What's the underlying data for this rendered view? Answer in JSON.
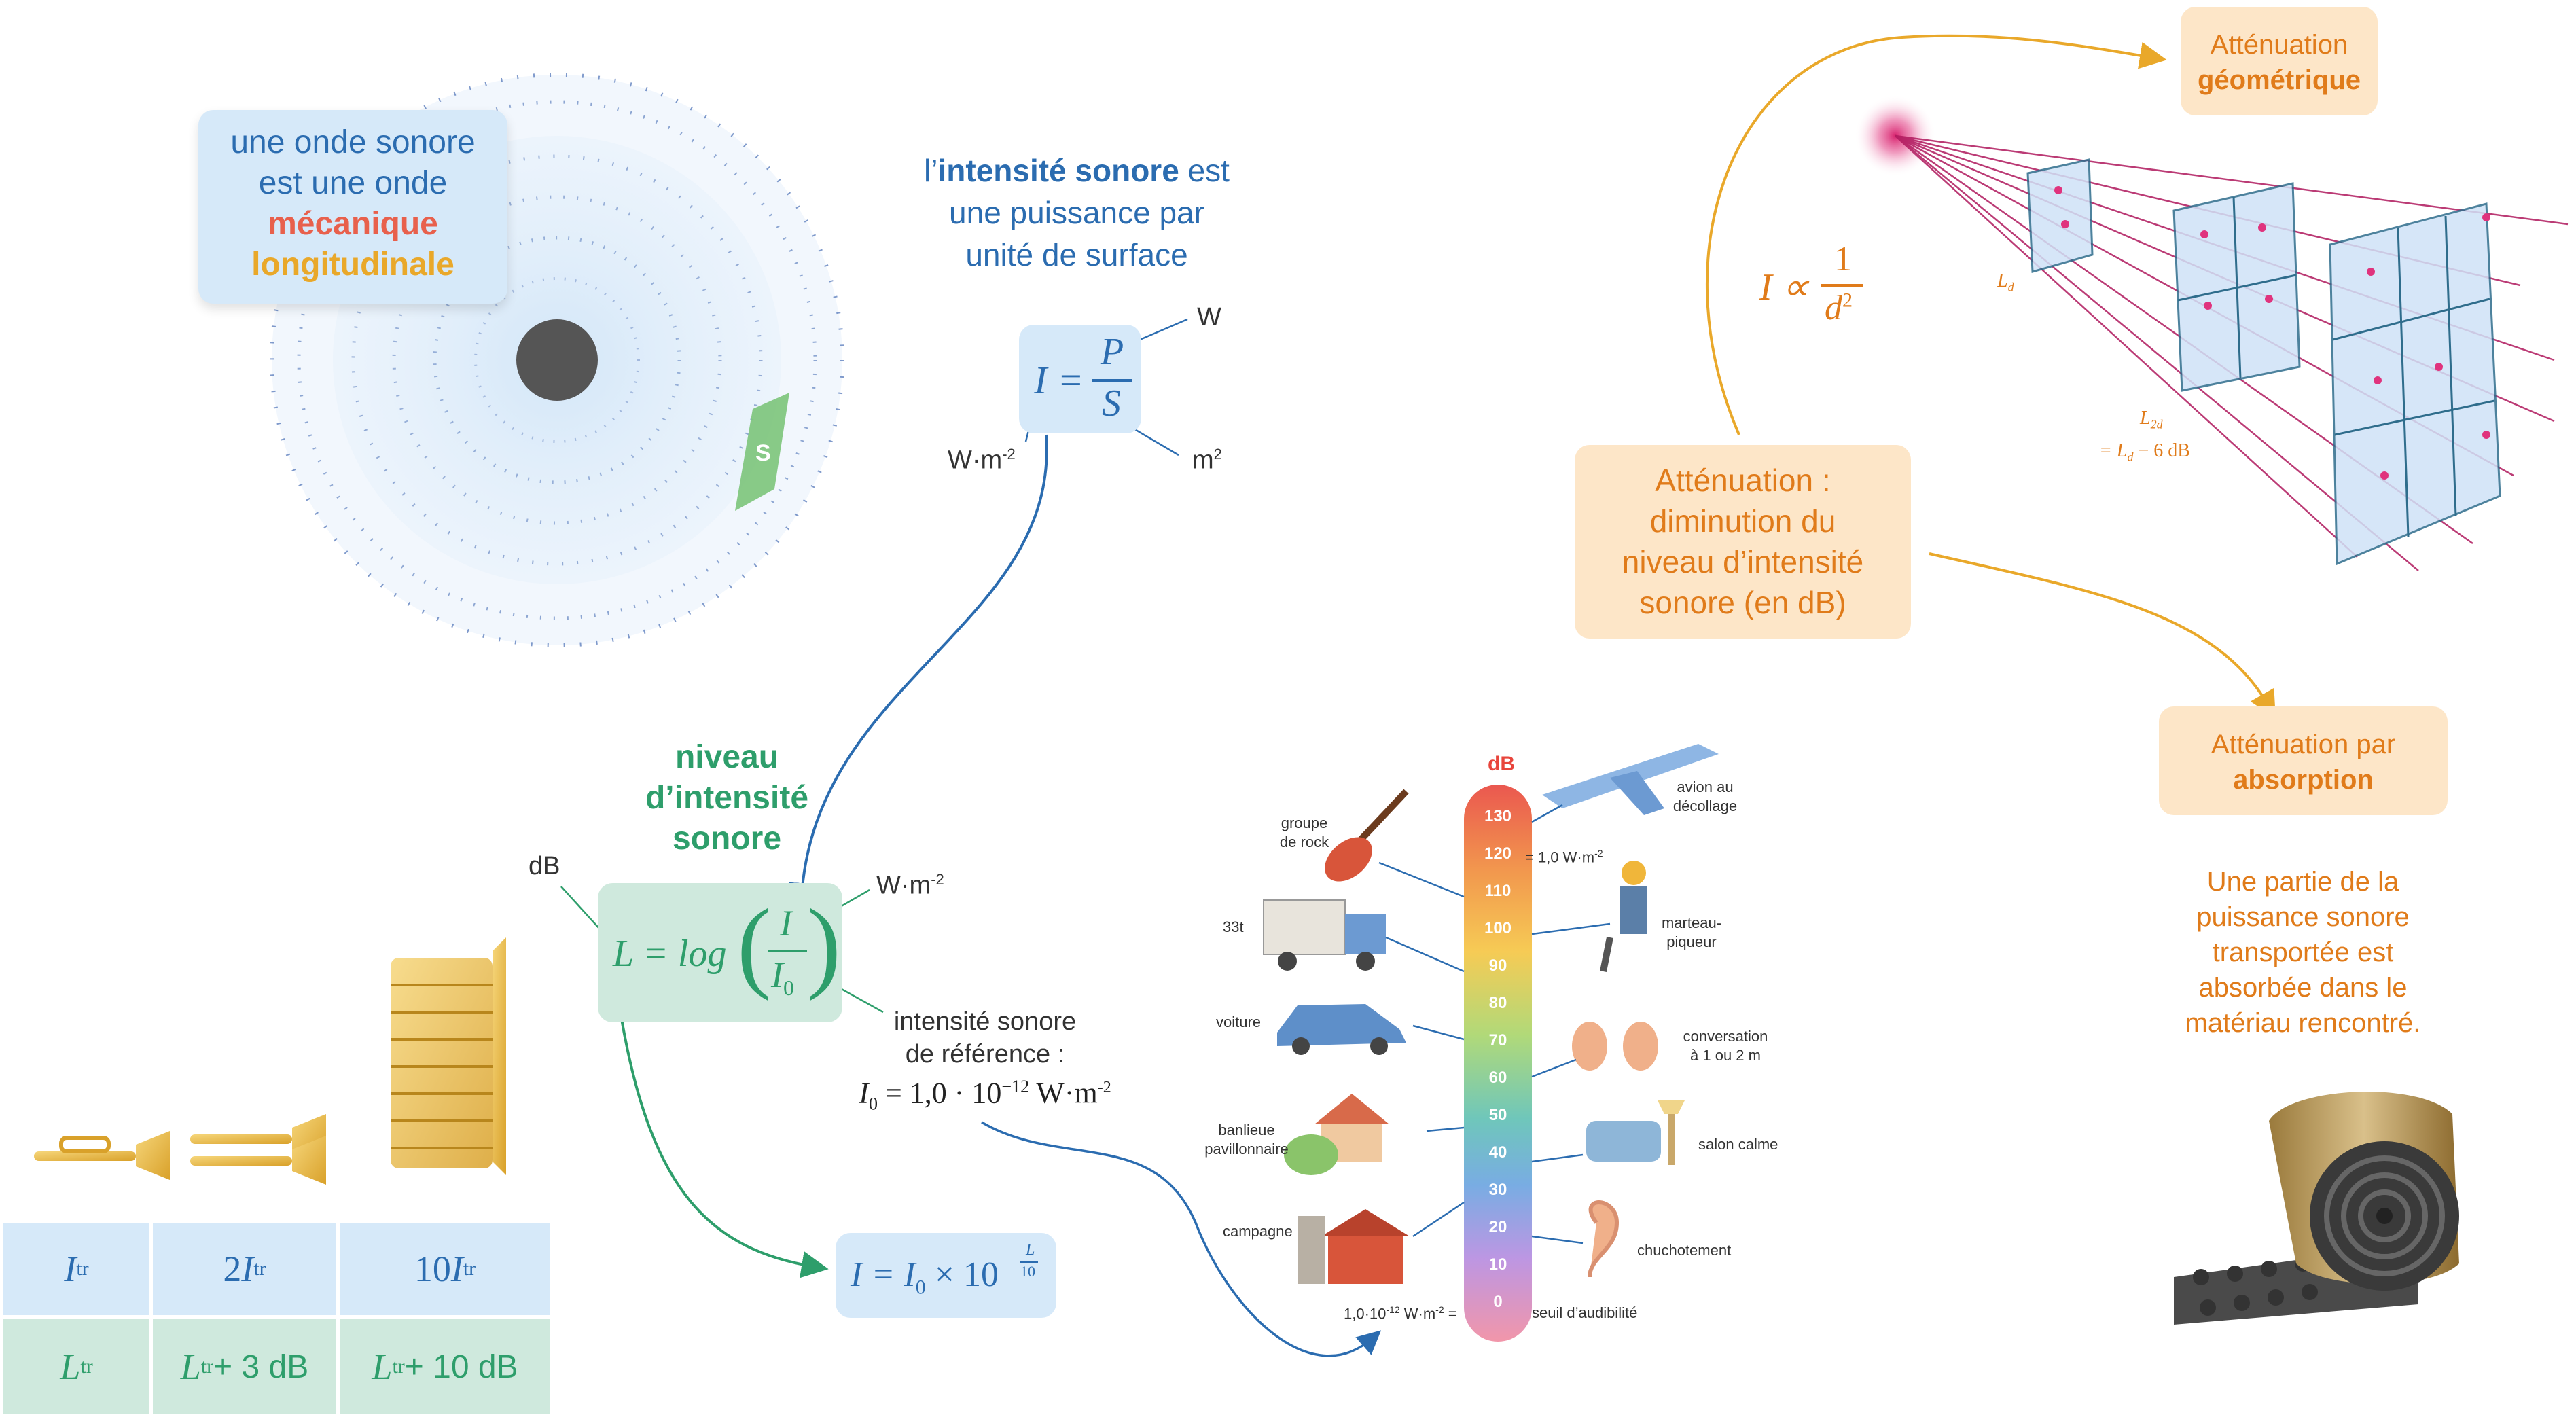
{
  "wave_box": {
    "line1": "une onde sonore",
    "line2": "est une onde",
    "line3": "mécanique",
    "line4": "longitudinale"
  },
  "surface_label": "S",
  "intensity_def": {
    "pre": "l’",
    "bold": "intensité sonore",
    "post": " est",
    "line2": "une puissance par",
    "line3": "unité de surface"
  },
  "intensity_formula": {
    "lhs": "I",
    "eq": "=",
    "num": "P",
    "den": "S",
    "unit_P": "W",
    "unit_I": "W·m",
    "unit_I_exp": "-2",
    "unit_S": "m",
    "unit_S_exp": "2"
  },
  "level_title": {
    "line1": "niveau",
    "line2": "d’intensité",
    "line3": "sonore"
  },
  "level_formula": {
    "lhs": "L = log",
    "num": "I",
    "den": "I",
    "den_sub": "0",
    "unit_L": "dB",
    "unit_I": "W·m",
    "unit_I_exp": "-2"
  },
  "reference": {
    "line1": "intensité sonore",
    "line2": "de référence :",
    "formula": "I",
    "formula_sub": "0",
    "formula_rest": " = 1,0 · 10",
    "formula_exp": "−12",
    "formula_unit": " W·m",
    "formula_unit_exp": "-2"
  },
  "inverse_formula": {
    "lhs": "I = I",
    "sub": "0",
    "mid": " × 10",
    "exp_num": "L",
    "exp_den": "10"
  },
  "table": {
    "row1": [
      {
        "main": "I",
        "sub": "tr",
        "pre": ""
      },
      {
        "main": "I",
        "sub": "tr",
        "pre": "2 "
      },
      {
        "main": "I",
        "sub": "tr",
        "pre": "10 "
      }
    ],
    "row2": [
      {
        "main": "L",
        "sub": "tr",
        "post": ""
      },
      {
        "main": "L",
        "sub": "tr",
        "post": " + 3 dB"
      },
      {
        "main": "L",
        "sub": "tr",
        "post": " + 10 dB"
      }
    ]
  },
  "scale": {
    "unit": "dB",
    "ticks": [
      "130",
      "120",
      "110",
      "100",
      "90",
      "80",
      "70",
      "60",
      "50",
      "40",
      "30",
      "20",
      "10",
      "0"
    ],
    "label_120": "= 1,0 W·m",
    "label_120_exp": "-2",
    "label_0_pre": "1,0·10",
    "label_0_exp": "-12",
    "label_0_post": " W·m",
    "label_0_exp2": "-2",
    "label_0_eq": " =",
    "left_items": [
      {
        "text1": "groupe",
        "text2": "de rock"
      },
      {
        "text1": "33t",
        "text2": ""
      },
      {
        "text1": "voiture",
        "text2": ""
      },
      {
        "text1": "banlieue",
        "text2": "pavillonnaire"
      },
      {
        "text1": "campagne",
        "text2": ""
      }
    ],
    "right_items": [
      {
        "text1": "avion au",
        "text2": "décollage"
      },
      {
        "text1": "marteau-",
        "text2": "piqueur"
      },
      {
        "text1": "conversation",
        "text2": "à 1 ou 2 m"
      },
      {
        "text1": "salon calme",
        "text2": ""
      },
      {
        "text1": "chuchotement",
        "text2": ""
      },
      {
        "text1": "seuil d’audibilité",
        "text2": ""
      }
    ]
  },
  "attenuation_center": {
    "line1": "Atténuation :",
    "line2": "diminution du",
    "line3": "niveau d’intensité",
    "line4": "sonore (en dB)"
  },
  "attenuation_geo": {
    "line1": "Atténuation",
    "line2": "géométrique"
  },
  "attenuation_abs": {
    "line1": "Atténuation par",
    "line2": "absorption"
  },
  "proportional": {
    "lhs": "I ∝",
    "num": "1",
    "den": "d",
    "den_exp": "2"
  },
  "geo_labels": {
    "ld": "L",
    "ld_sub": "d",
    "l2d": "L",
    "l2d_sub": "2d",
    "l2d_eq": "= L",
    "l2d_eq_sub": "d",
    "l2d_eq_rest": " − 6 dB"
  },
  "absorption_text": {
    "line1": "Une partie de la",
    "line2": "puissance sonore",
    "line3": "transportée est",
    "line4": "absorbée dans le",
    "line5": "matériau rencontré."
  },
  "colors": {
    "blue": "#2b6cb0",
    "green": "#2e9e6b",
    "orange": "#e07b1a",
    "red": "#e8604c",
    "gold": "#e9a82a"
  }
}
